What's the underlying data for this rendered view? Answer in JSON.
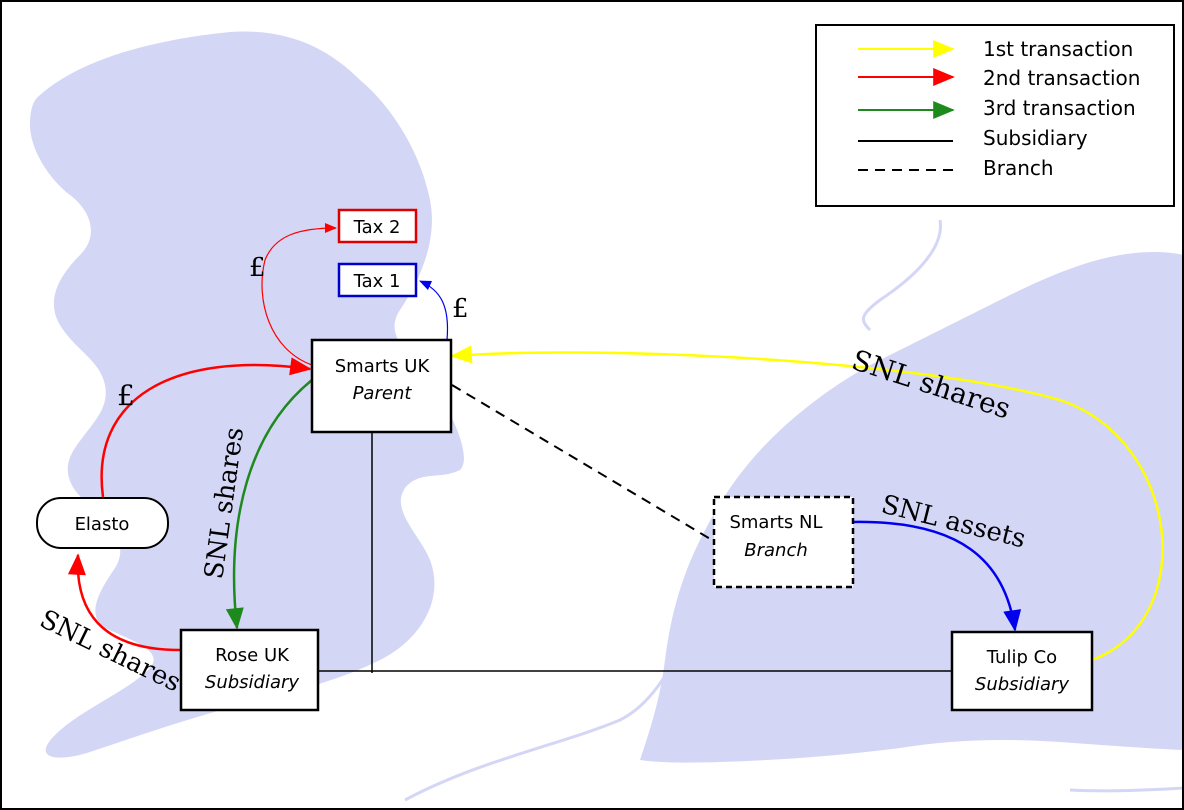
{
  "legend": {
    "items": [
      {
        "label": "1st transaction",
        "kind": "arrow",
        "color": "#ffff00"
      },
      {
        "label": "2nd transaction",
        "kind": "arrow",
        "color": "#ff0000"
      },
      {
        "label": "3rd transaction",
        "kind": "arrow",
        "color": "#1e8a1e"
      },
      {
        "label": "Subsidiary",
        "kind": "solid-line",
        "color": "#000000"
      },
      {
        "label": "Branch",
        "kind": "dashed-line",
        "color": "#000000"
      }
    ]
  },
  "nodes": {
    "smarts_uk": {
      "name": "Smarts UK",
      "role": "Parent"
    },
    "smarts_nl": {
      "name": "Smarts NL",
      "role": "Branch"
    },
    "rose_uk": {
      "name": "Rose UK",
      "role": "Subsidiary"
    },
    "tulip_co": {
      "name": "Tulip Co",
      "role": "Subsidiary"
    },
    "elasto": {
      "name": "Elasto"
    },
    "tax1": {
      "name": "Tax 1",
      "color": "#0000cc"
    },
    "tax2": {
      "name": "Tax 2",
      "color": "#dd0000"
    }
  },
  "edge_labels": {
    "snl_shares_top": "SNL shares",
    "snl_assets": "SNL assets",
    "snl_shares_green": "SNL shares",
    "snl_shares_red": "SNL shares",
    "pound_elasto": "£",
    "pound_tax2": "£",
    "pound_tax1": "£"
  },
  "colors": {
    "land": "#d4d6f6",
    "yellow": "#ffff00",
    "red": "#ff0000",
    "green": "#1e8a1e",
    "blue": "#0000ee"
  }
}
